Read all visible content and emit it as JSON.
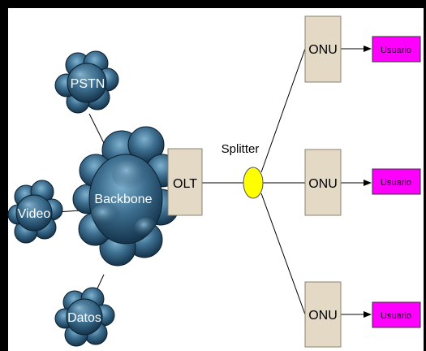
{
  "diagram": {
    "clouds": {
      "pstn": "PSTN",
      "video": "Video",
      "backbone": "Backbone",
      "datos": "Datos"
    },
    "olt": "OLT",
    "splitter": {
      "label": "Splitter"
    },
    "onus": [
      "ONU",
      "ONU",
      "ONU"
    ],
    "users": [
      "Usuario",
      "Usuario",
      "Usuario"
    ],
    "colors": {
      "cloud_dark": "#0e2a40",
      "cloud_light": "#5f93b3",
      "box_fill": "#e3d9c5",
      "box_stroke": "#8a8275",
      "splitter_fill": "#ffff00",
      "user_fill": "#ff00ff",
      "line": "#000000"
    }
  }
}
